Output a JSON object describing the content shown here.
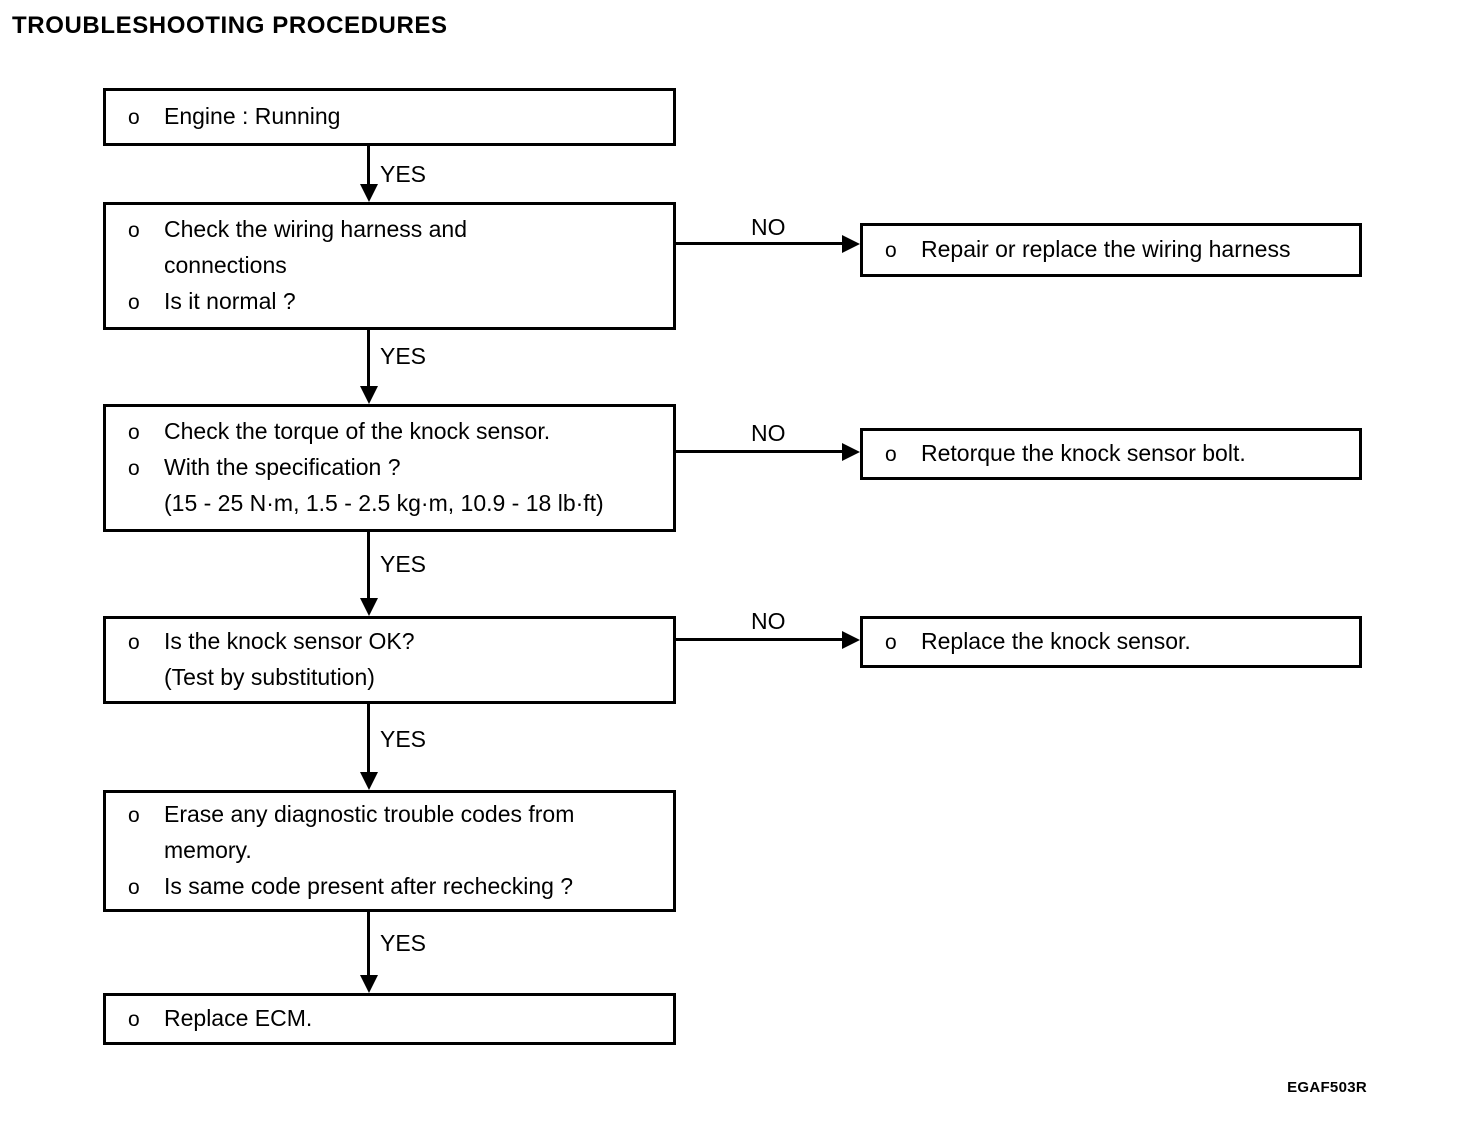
{
  "page": {
    "title": "TROUBLESHOOTING PROCEDURES",
    "figure_code": "EGAF503R",
    "bullet_marker": "o"
  },
  "chart_data": {
    "type": "flowchart",
    "title": "TROUBLESHOOTING PROCEDURES",
    "orientation": "top-to-bottom with right branches",
    "nodes": [
      {
        "id": "engine-running",
        "kind": "step",
        "lines": [
          "Engine : Running"
        ]
      },
      {
        "id": "check-wiring-harness",
        "kind": "decision",
        "lines": [
          "Check the wiring harness and",
          "connections",
          "Is it normal ?"
        ]
      },
      {
        "id": "repair-wiring-harness",
        "kind": "action",
        "lines": [
          "Repair or replace the wiring harness"
        ]
      },
      {
        "id": "check-torque",
        "kind": "decision",
        "lines": [
          "Check the torque of the knock sensor.",
          "With the specification ?",
          "(15 - 25 N·m, 1.5 - 2.5 kg·m, 10.9 - 18 lb·ft)"
        ]
      },
      {
        "id": "retorque-bolt",
        "kind": "action",
        "lines": [
          "Retorque the knock sensor bolt."
        ]
      },
      {
        "id": "knock-sensor-ok",
        "kind": "decision",
        "lines": [
          "Is the knock sensor OK?",
          "(Test by substitution)"
        ]
      },
      {
        "id": "replace-knock-sensor",
        "kind": "action",
        "lines": [
          "Replace the knock sensor."
        ]
      },
      {
        "id": "erase-codes",
        "kind": "decision",
        "lines": [
          "Erase any diagnostic trouble codes from",
          "memory.",
          "Is same code present after rechecking ?"
        ]
      },
      {
        "id": "replace-ecm",
        "kind": "action",
        "lines": [
          "Replace ECM."
        ]
      }
    ],
    "edges": [
      {
        "from": "engine-running",
        "to": "check-wiring-harness",
        "label": "YES"
      },
      {
        "from": "check-wiring-harness",
        "to": "repair-wiring-harness",
        "label": "NO"
      },
      {
        "from": "check-wiring-harness",
        "to": "check-torque",
        "label": "YES"
      },
      {
        "from": "check-torque",
        "to": "retorque-bolt",
        "label": "NO"
      },
      {
        "from": "check-torque",
        "to": "knock-sensor-ok",
        "label": "YES"
      },
      {
        "from": "knock-sensor-ok",
        "to": "replace-knock-sensor",
        "label": "NO"
      },
      {
        "from": "knock-sensor-ok",
        "to": "erase-codes",
        "label": "YES"
      },
      {
        "from": "erase-codes",
        "to": "replace-ecm",
        "label": "YES"
      }
    ]
  },
  "boxes": {
    "engine_running": {
      "l1": "Engine : Running"
    },
    "check_wiring": {
      "l1": "Check the wiring harness and",
      "l2": "connections",
      "l3": "Is it normal ?"
    },
    "repair_harness": {
      "l1": "Repair or replace the wiring harness"
    },
    "check_torque": {
      "l1": "Check the torque of the knock sensor.",
      "l2": "With the specification ?",
      "l3": "(15 - 25 N·m, 1.5 - 2.5 kg·m, 10.9 - 18 lb·ft)"
    },
    "retorque_bolt": {
      "l1": "Retorque the knock sensor bolt."
    },
    "knock_sensor_ok": {
      "l1": "Is the knock sensor OK?",
      "l2": "(Test by substitution)"
    },
    "replace_knock_sensor": {
      "l1": "Replace the knock sensor."
    },
    "erase_codes": {
      "l1": "Erase any diagnostic trouble codes from",
      "l2": "memory.",
      "l3": "Is same code present after rechecking ?"
    },
    "replace_ecm": {
      "l1": "Replace ECM."
    }
  },
  "labels": {
    "yes1": "YES",
    "yes2": "YES",
    "yes3": "YES",
    "yes4": "YES",
    "yes5": "YES",
    "no1": "NO",
    "no2": "NO",
    "no3": "NO"
  }
}
